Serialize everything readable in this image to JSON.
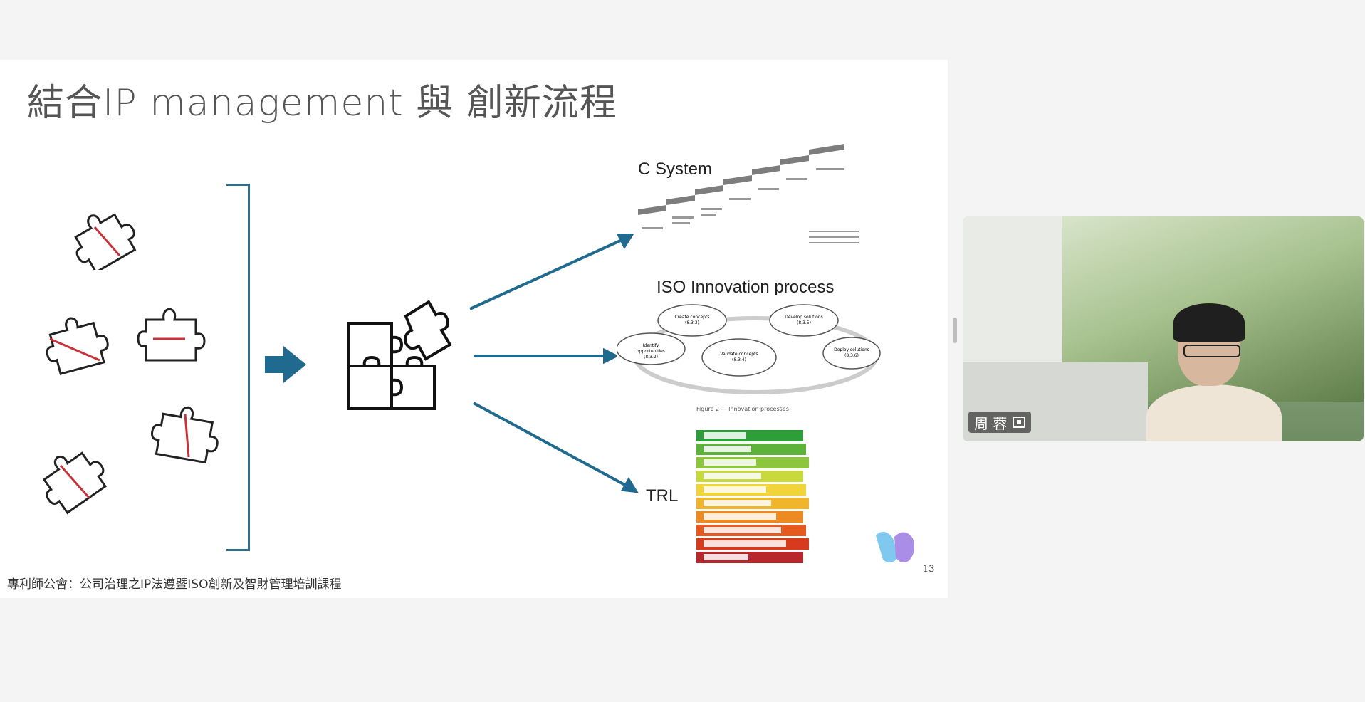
{
  "slide": {
    "title": "結合IP management 與 創新流程",
    "footer": "專利師公會：公司治理之IP法遵暨ISO創新及智財管理培訓課程",
    "page_number": "13",
    "labels": {
      "c_system": "C System",
      "iso": "ISO Innovation process",
      "trl": "TRL"
    },
    "iso_caption": "Figure 2 — Innovation processes",
    "iso_nodes": [
      "Create concepts (8.3.3)",
      "Develop solutions (8.3.5)",
      "Identify opportunities (8.3.2)",
      "Validate concepts (8.3.4)",
      "Deploy solutions (8.3.6)"
    ],
    "trl_colors": [
      "#2e9e3a",
      "#5db33a",
      "#8cc63f",
      "#c7d93c",
      "#f0d43a",
      "#f1b52b",
      "#ee8a22",
      "#e65a1f",
      "#d83a1d",
      "#b7272b"
    ],
    "arrow_color": "#1f6a8e",
    "bracket_color": "#2f6f8a"
  },
  "video": {
    "participant_name": "周 蓉"
  }
}
